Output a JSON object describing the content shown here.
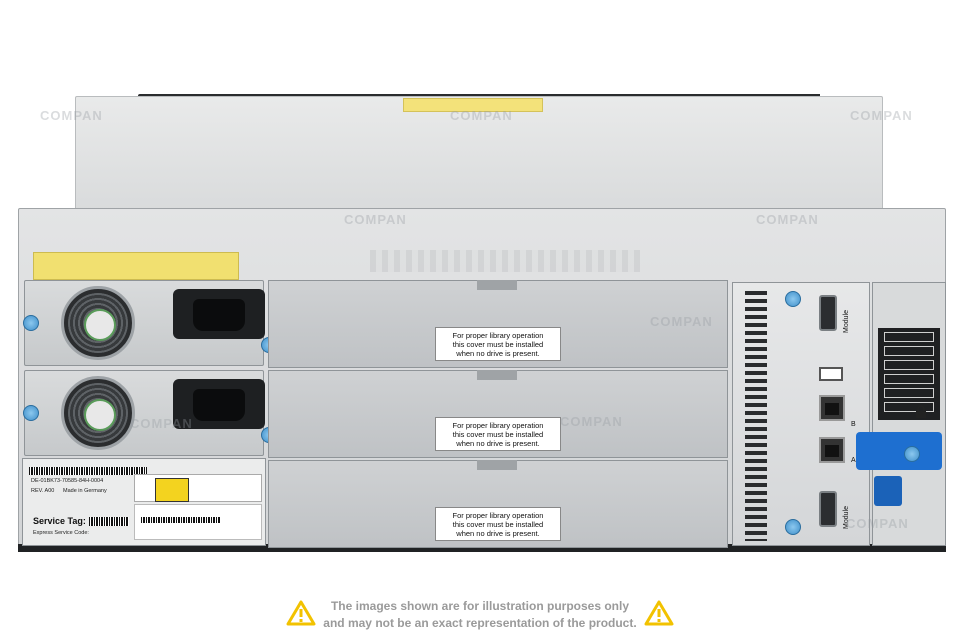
{
  "bay_labels": [
    [
      "For proper library operation",
      "this cover must be installed",
      "when no drive is present."
    ],
    [
      "For proper library operation",
      "this cover must be installed",
      "when no drive is present."
    ],
    [
      "For proper library operation",
      "this cover must be installed",
      "when no drive is present."
    ]
  ],
  "info_panel": {
    "part_number": "DE-01BK73-70585-84H-0004",
    "rev": "REV. A00",
    "made_in": "Made in Germany",
    "service_tag": "Service Tag:",
    "express_code": "Express Service Code:"
  },
  "module_labels": {
    "module_top": "Module",
    "module_bottom": "Module",
    "port_a": "A",
    "port_b": "B"
  },
  "watermark": "COMPAN",
  "disclaimer": {
    "line1": "The images shown are for illustration purposes only",
    "line2": "and may not be an exact representation of the product."
  },
  "colors": {
    "screw_blue": "#3f8fc9",
    "latch_blue": "#1e6fd0",
    "sticker_yellow": "#f1e070",
    "disclaimer_gray": "#9a9a9a",
    "warning_yellow": "#f3d31f"
  }
}
